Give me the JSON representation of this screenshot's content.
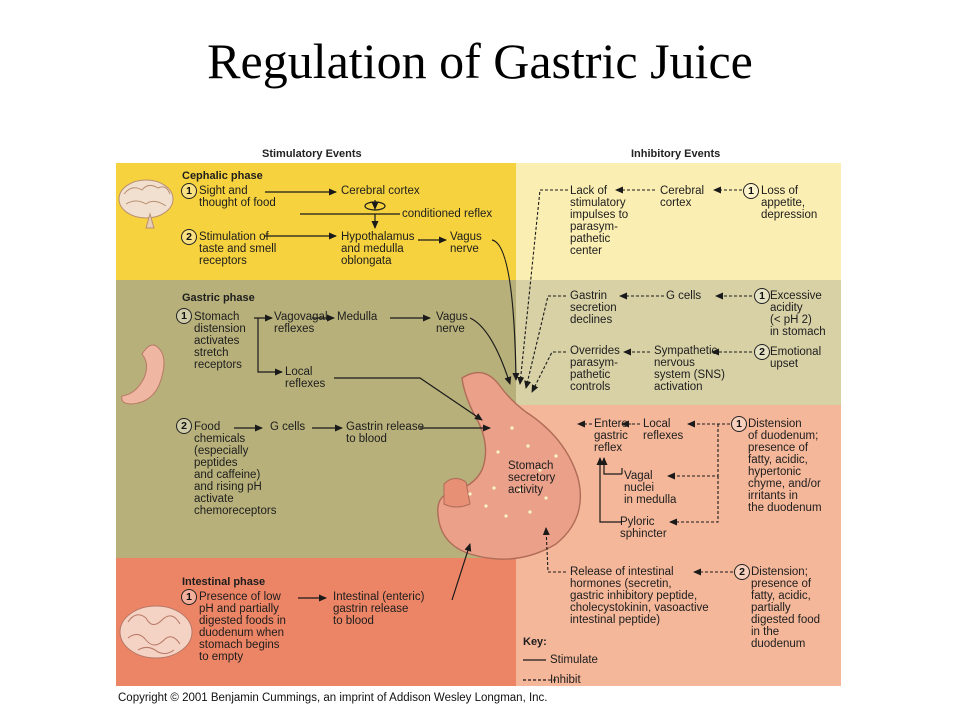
{
  "title": "Regulation of Gastric Juice",
  "headers": {
    "stimulatory": "Stimulatory Events",
    "inhibitory": "Inhibitory Events"
  },
  "cephalic": {
    "phase": "Cephalic phase",
    "num1": "1",
    "sight": [
      "Sight and",
      "thought of food"
    ],
    "cortex": "Cerebral cortex",
    "conditioned": "conditioned reflex",
    "num2": "2",
    "stimulation": [
      "Stimulation of",
      "taste and smell",
      "receptors"
    ],
    "hypothalamus": [
      "Hypothalamus",
      "and medulla",
      "oblongata"
    ],
    "vagus": [
      "Vagus",
      "nerve"
    ],
    "lack": [
      "Lack of",
      "stimulatory",
      "impulses to",
      "parasym-",
      "pathetic",
      "center"
    ],
    "inh_cortex": [
      "Cerebral",
      "cortex"
    ],
    "inh_num": "1",
    "loss": [
      "Loss of",
      "appetite,",
      "depression"
    ]
  },
  "gastric": {
    "phase": "Gastric phase",
    "num1": "1",
    "stomach": [
      "Stomach",
      "distension",
      "activates",
      "stretch",
      "receptors"
    ],
    "vagovagal": [
      "Vagovagal",
      "reflexes"
    ],
    "medulla": "Medulla",
    "vagus": [
      "Vagus",
      "nerve"
    ],
    "local": [
      "Local",
      "reflexes"
    ],
    "num2": "2",
    "food": [
      "Food",
      "chemicals",
      "(especially",
      "peptides",
      "and caffeine)",
      "and rising pH",
      "activate",
      "chemoreceptors"
    ],
    "gcells": "G cells",
    "gastrin_release": [
      "Gastrin release",
      "to blood"
    ],
    "gastrin_declines": [
      "Gastrin",
      "secretion",
      "declines"
    ],
    "inh_gcells": "G cells",
    "inh_num1": "1",
    "excessive": [
      "Excessive",
      "acidity",
      "(< pH 2)",
      "in stomach"
    ],
    "overrides": [
      "Overrides",
      "parasym-",
      "pathetic",
      "controls"
    ],
    "sympathetic": [
      "Sympathetic",
      "nervous",
      "system (SNS)",
      "activation"
    ],
    "inh_num2": "2",
    "emotional": [
      "Emotional",
      "upset"
    ]
  },
  "stomach_label": [
    "Stomach",
    "secretory",
    "activity"
  ],
  "intestinal": {
    "phase": "Intestinal phase",
    "num1": "1",
    "presence": [
      "Presence of low",
      "pH and partially",
      "digested foods in",
      "duodenum when",
      "stomach begins",
      "to empty"
    ],
    "enteric": [
      "Intestinal (enteric)",
      "gastrin release",
      "to blood"
    ],
    "entero": [
      "Entero-",
      "gastric",
      "reflex"
    ],
    "local": [
      "Local",
      "reflexes"
    ],
    "inh_num1": "1",
    "distension1": [
      "Distension",
      "of duodenum;",
      "presence of",
      "fatty, acidic,",
      "hypertonic",
      "chyme, and/or",
      "irritants in",
      "the duodenum"
    ],
    "vagal": [
      "Vagal",
      "nuclei",
      "in medulla"
    ],
    "pyloric": [
      "Pyloric",
      "sphincter"
    ],
    "hormones": [
      "Release of intestinal",
      "hormones (secretin,",
      "gastric inhibitory peptide,",
      "cholecystokinin, vasoactive",
      "intestinal peptide)"
    ],
    "inh_num2": "2",
    "distension2": [
      "Distension;",
      "presence of",
      "fatty, acidic,",
      "partially",
      "digested food",
      "in the",
      "duodenum"
    ]
  },
  "key": {
    "title": "Key:",
    "stimulate": "Stimulate",
    "inhibit": "Inhibit"
  },
  "copyright": "Copyright © 2001 Benjamin Cummings, an imprint of Addison Wesley Longman, Inc.",
  "colors": {
    "cephalic_stim": "#f6d23e",
    "cephalic_inh": "#fbeeb3",
    "gastric_stim": "#b7b07a",
    "gastric_inh": "#d8d1a6",
    "intestinal_stim": "#ec8566",
    "intestinal_inh": "#f4b79a",
    "stomach": "#eaa089"
  }
}
